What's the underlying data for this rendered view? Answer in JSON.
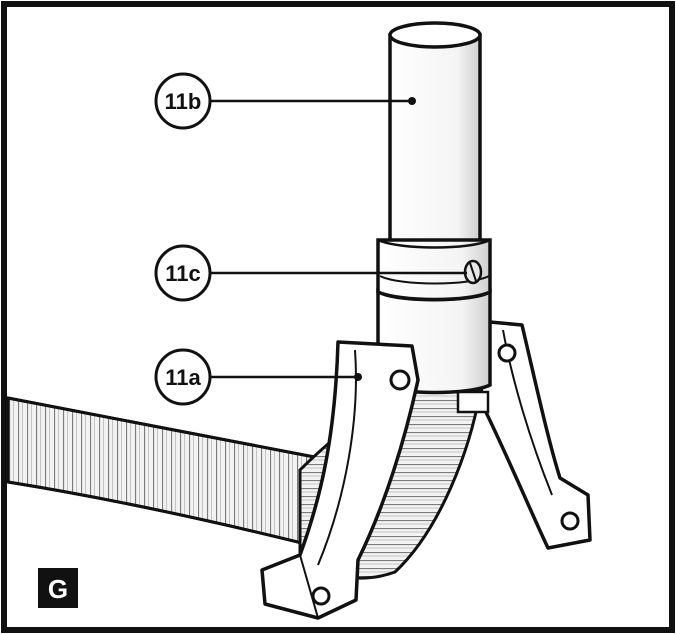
{
  "panel": {
    "letter": "G"
  },
  "callouts": [
    {
      "id": "11b",
      "label": "11b"
    },
    {
      "id": "11c",
      "label": "11c"
    },
    {
      "id": "11a",
      "label": "11a"
    }
  ],
  "colors": {
    "frame": "#111111",
    "line": "#111111",
    "part_fill": "#ffffff",
    "shade": "#d9d9d9",
    "hose_light": "#efefef",
    "hose_dark": "#8c8c8c"
  }
}
